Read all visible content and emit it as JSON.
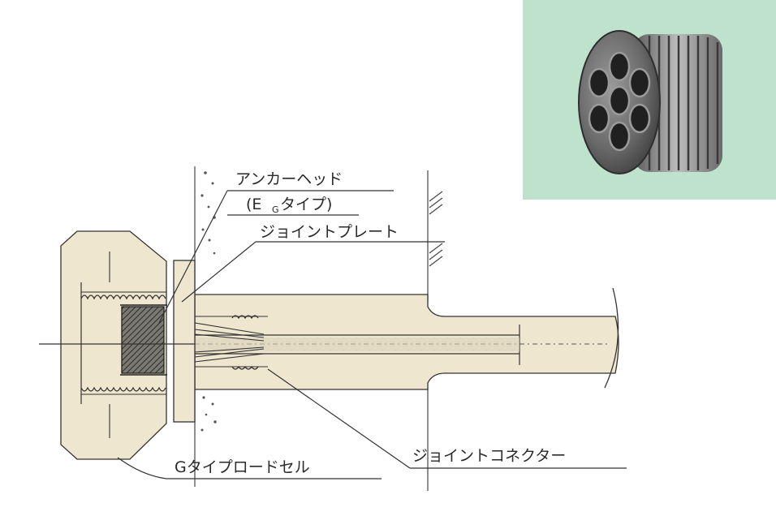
{
  "labels": {
    "anchor_head": "アンカーヘッド",
    "eg_type_open": "(E",
    "eg_type_sub": "G",
    "eg_type_close": "タイプ)",
    "joint_plate": "ジョイントプレート",
    "joint_connector": "ジョイントコネクター",
    "g_type_load_cell": "Gタイプロードセル"
  },
  "colors": {
    "component_fill": "#efe6cf",
    "inset_background": "#bfe2cc",
    "line": "#2a2a2a"
  }
}
